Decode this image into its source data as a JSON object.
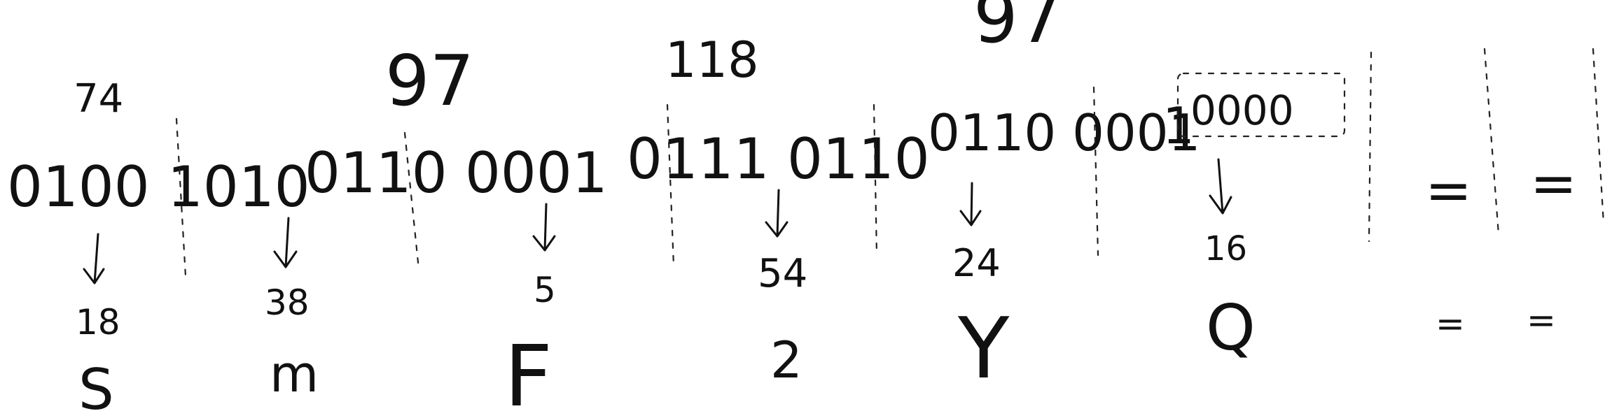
{
  "groups": [
    {
      "decimal": "74",
      "binary": "0100 1010",
      "index": "18",
      "glyph": "S"
    },
    {
      "decimal": "97",
      "binary": "0110 0001",
      "index": "38",
      "glyph": "m"
    },
    {
      "decimal": "",
      "binary": "",
      "index": "5",
      "glyph": "F"
    },
    {
      "decimal": "118",
      "binary": "0111 0110",
      "index": "54",
      "glyph": "2"
    },
    {
      "decimal": "97",
      "binary": "0110 0001",
      "index": "24",
      "glyph": "Y"
    },
    {
      "decimal": "",
      "binary": "0000",
      "index": "16",
      "glyph": "Q"
    }
  ],
  "padding": {
    "equals_top_1": "=",
    "equals_top_2": "=",
    "equals_bottom_1": "=",
    "equals_bottom_2": "="
  }
}
